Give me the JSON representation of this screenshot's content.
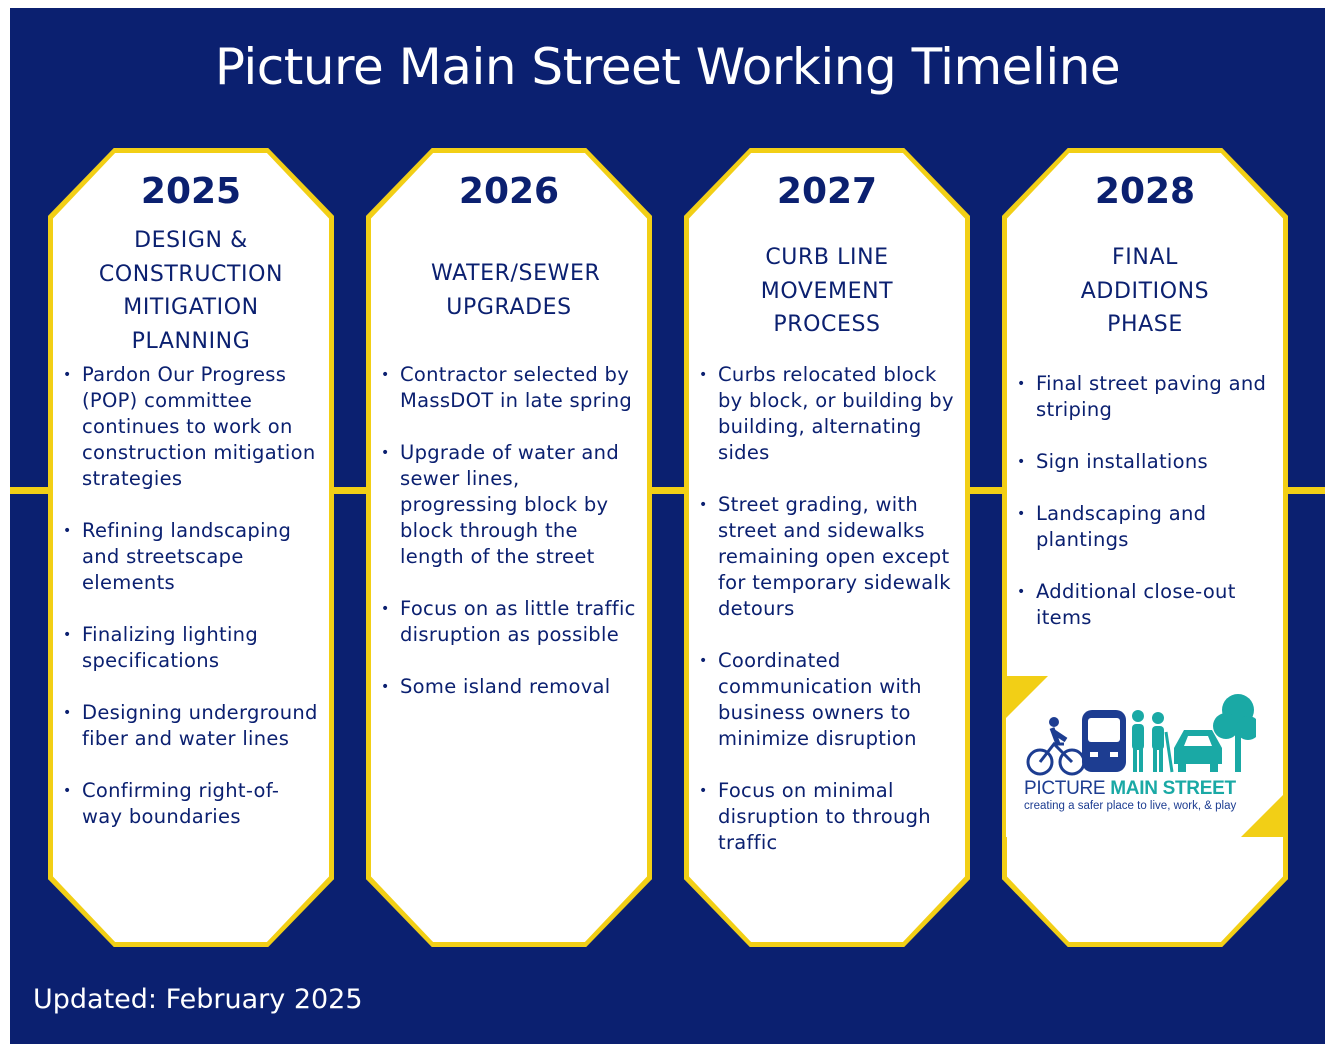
{
  "title": "Picture Main Street Working Timeline",
  "colors": {
    "navy": "#0b2070",
    "yellow": "#f2cf16",
    "teal": "#1aa9a5",
    "logo_blue": "#1d3d91"
  },
  "phases": [
    {
      "year": "2025",
      "name": "DESIGN & CONSTRUCTION MITIGATION PLANNING",
      "items": [
        "Pardon Our Progress (POP) committee continues to work on construction mitigation strategies",
        "Refining landscaping and streetscape elements",
        "Finalizing lighting specifications",
        "Designing underground fiber and water lines",
        "Confirming right-of-way boundaries"
      ]
    },
    {
      "year": "2026",
      "name": "WATER/SEWER UPGRADES",
      "items": [
        "Contractor selected by MassDOT in late spring",
        "Upgrade of water and sewer lines, progressing block by block through the length of the street",
        "Focus on as little traffic disruption as possible",
        "Some island removal"
      ]
    },
    {
      "year": "2027",
      "name": "CURB LINE MOVEMENT PROCESS",
      "items": [
        "Curbs relocated block by block, or building by building, alternating sides",
        "Street grading, with street and sidewalks remaining open except for temporary sidewalk detours",
        "Coordinated communication with business owners to minimize disruption",
        "Focus on minimal disruption to through traffic"
      ]
    },
    {
      "year": "2028",
      "name": "FINAL ADDITIONS PHASE",
      "items": [
        "Final street paving and striping",
        "Sign installations",
        "Landscaping and plantings",
        "Additional close-out items"
      ]
    }
  ],
  "logo": {
    "name_part1": "PICTURE",
    "name_part2": "MAIN STREET",
    "tagline": "creating a safer place to live, work, & play",
    "icons": [
      "cyclist-icon",
      "bus-icon",
      "pedestrian-icon",
      "walker-icon",
      "car-icon",
      "tree-icon"
    ]
  },
  "footer": {
    "updated": "Updated: February 2025"
  }
}
